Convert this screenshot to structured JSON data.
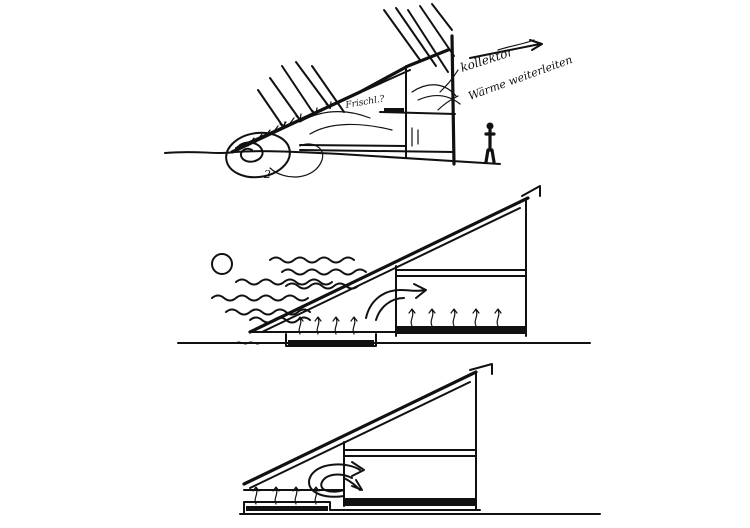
{
  "labels": {
    "kollektor": "kollektor",
    "waerme_weiterleiten": "Wärme weiterleiten",
    "frischluft": "Frischl.?",
    "marker_2": "2"
  },
  "colors": {
    "ink": "#111111",
    "paper": "#ffffff"
  }
}
